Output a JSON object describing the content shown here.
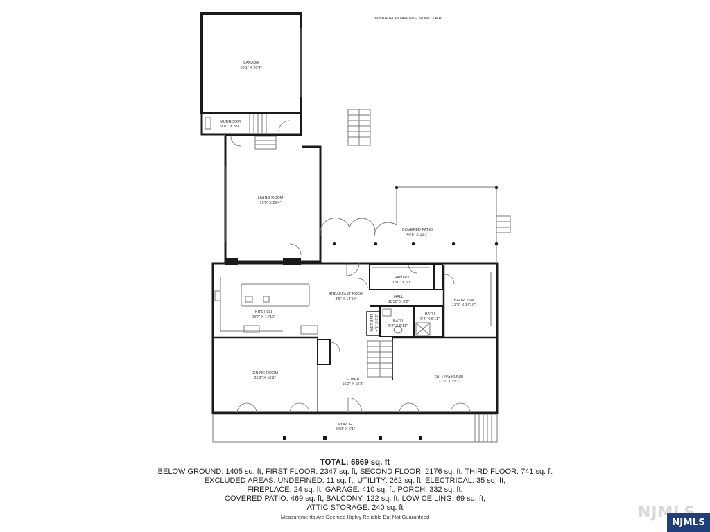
{
  "address": "39 BRADFORD AVENUE, MONTCLAIR",
  "rooms": {
    "garage": {
      "name": "GARAGE",
      "dims": "20'1\" X 20'4\""
    },
    "mudroom": {
      "name": "MUDROOM",
      "dims": "9'10\" X 3'9\""
    },
    "living_room": {
      "name": "LIVING ROOM",
      "dims": "19'0\" X 25'4\""
    },
    "covered_patio": {
      "name": "COVERED PATIO",
      "dims": "40'8\" X 16'1\""
    },
    "pantry": {
      "name": "PANTRY",
      "dims": "13'0\" X 5'1\""
    },
    "breakfast_nook": {
      "name": "BREAKFAST NOOK",
      "dims": "8'5\" X 14'10\""
    },
    "hall": {
      "name": "HALL",
      "dims": "11'10\" X 3'2\""
    },
    "bedroom": {
      "name": "BEDROOM",
      "dims": "13'3\" X 14'10\""
    },
    "kitchen": {
      "name": "KITCHEN",
      "dims": "23'7\" X 14'10\""
    },
    "wet_bar": {
      "name": "WET BAR",
      "dims": "4'1\" X 6'3\""
    },
    "bath_a": {
      "name": "BATH",
      "dims": "5'2\" X 5'11\""
    },
    "bath_b": {
      "name": "BATH",
      "dims": "5'4\" X 5'11\""
    },
    "dining_room": {
      "name": "DINING ROOM",
      "dims": "21'3\" X 15'3\""
    },
    "foyer": {
      "name": "FOYER",
      "dims": "15'2\" X 15'3\""
    },
    "sitting_room": {
      "name": "SITTING ROOM",
      "dims": "21'6\" X 15'3\""
    },
    "porch": {
      "name": "PORCH",
      "dims": "54'9\" X 6'1\""
    }
  },
  "summary": {
    "total": "TOTAL: 6669 sq. ft",
    "line1": "BELOW GROUND: 1405 sq. ft, FIRST FLOOR: 2347 sq. ft, SECOND FLOOR: 2176 sq. ft, THIRD FLOOR: 741 sq. ft",
    "line2": "EXCLUDED AREAS: UNDEFINED: 11 sq. ft, UTILITY: 262 sq. ft, ELECTRICAL: 35 sq. ft,",
    "line3": "FIREPLACE: 24 sq. ft, GARAGE: 410 sq. ft, PORCH: 332 sq. ft,",
    "line4": "COVERED PATIO: 469 sq. ft, BALCONY: 122 sq. ft, LOW CEILING: 69 sq. ft,",
    "line5": "ATTIC STORAGE: 240 sq. ft"
  },
  "disclaimer": "Measurements Are Deemed Highly Reliable But Not Guaranteed",
  "logo": {
    "text": "NJMLS",
    "watermark": "NJMLS",
    "color": "#1e3f7a"
  }
}
